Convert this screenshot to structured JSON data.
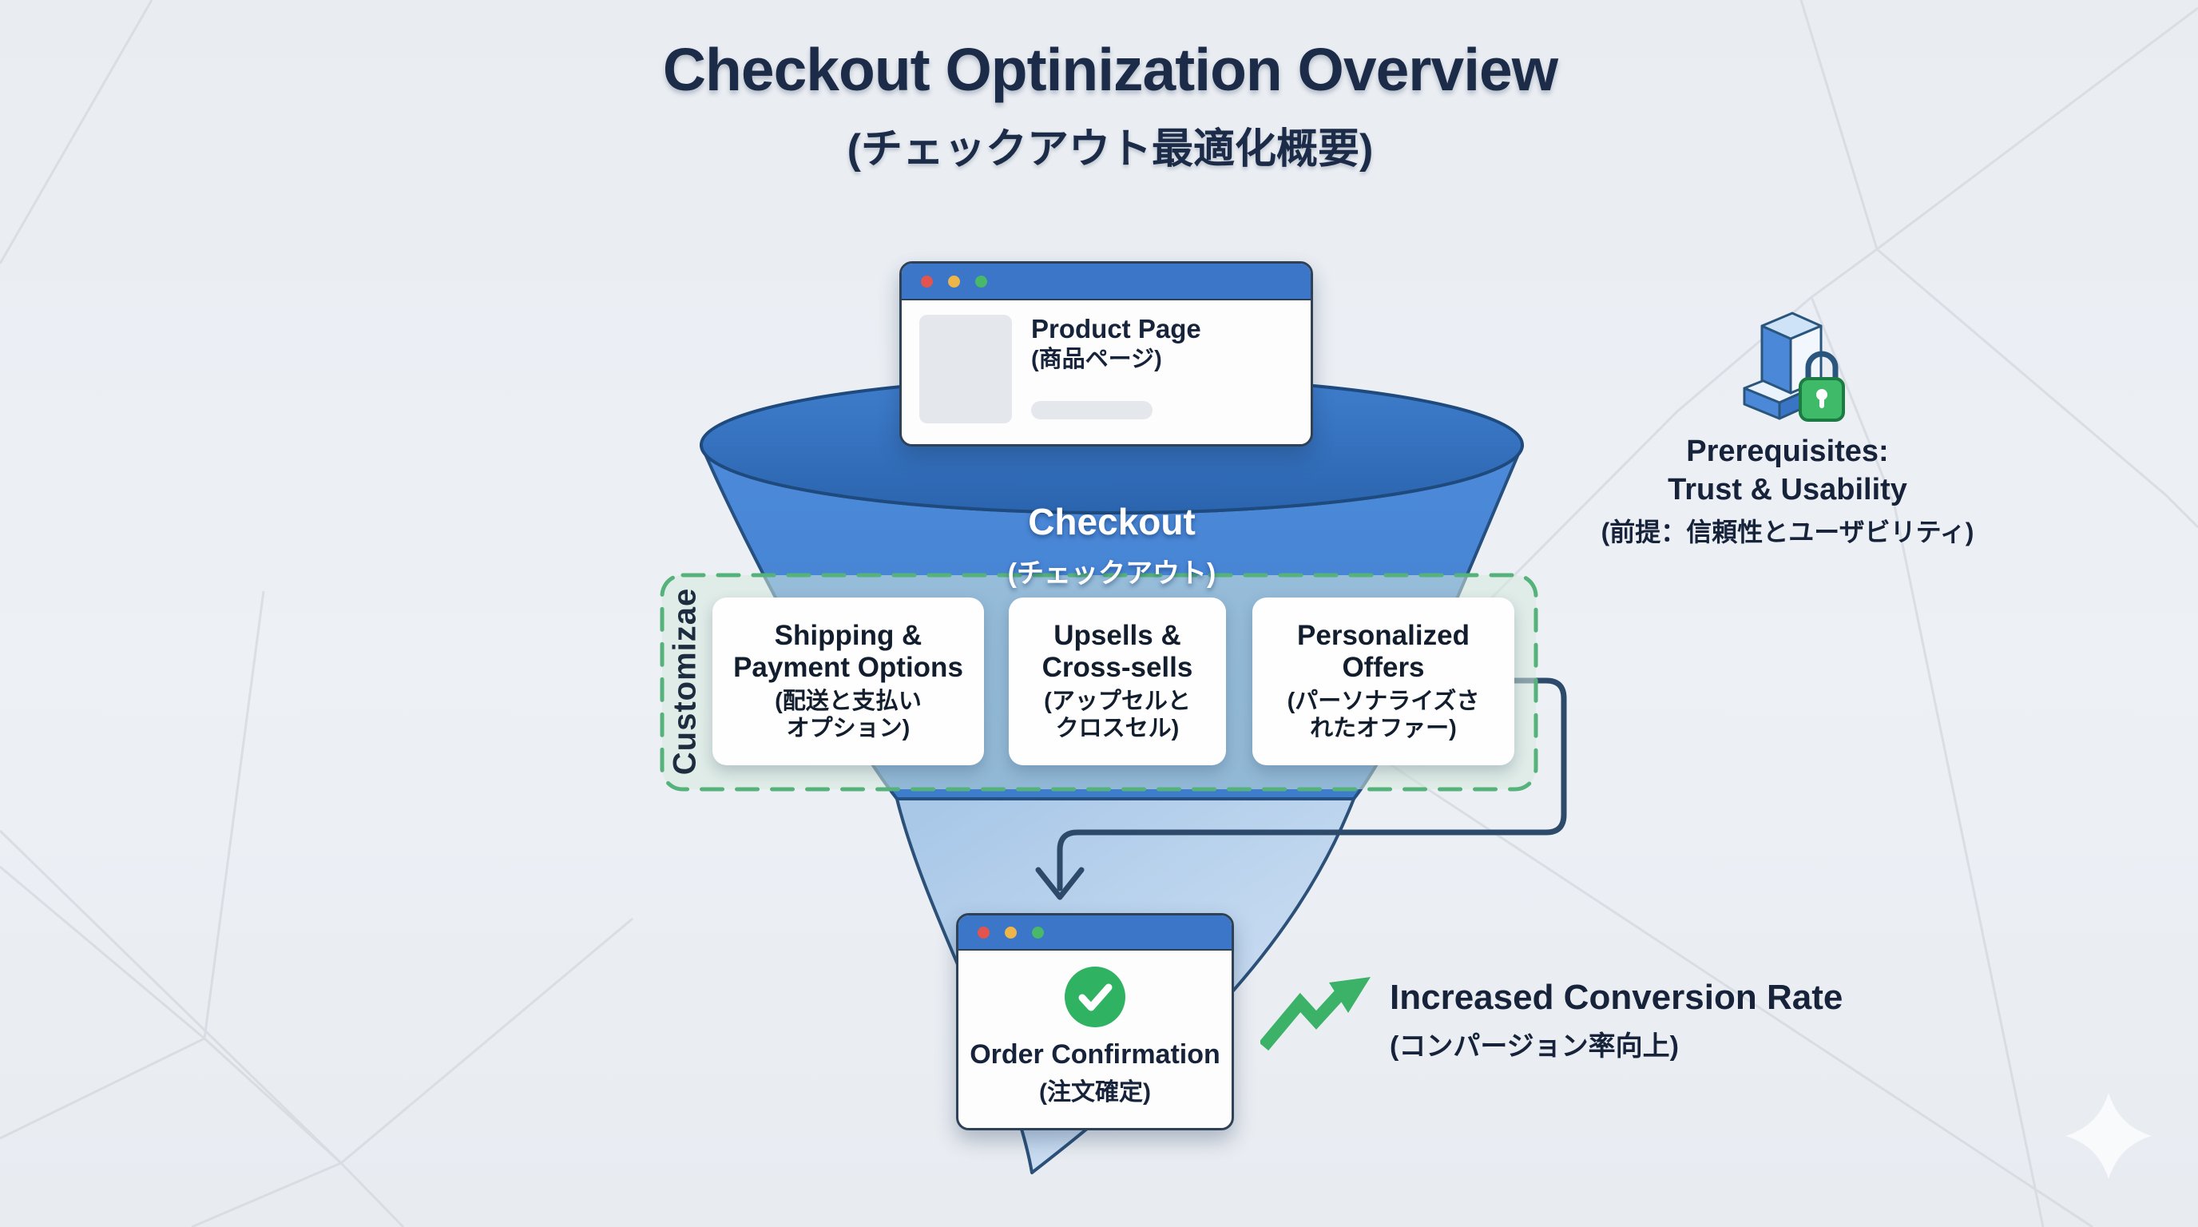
{
  "title": {
    "main": "Checkout Optinization Overview",
    "sub": "(チェックアウト最適化概要)"
  },
  "product_window": {
    "title": "Product Page",
    "subtitle": "(商品ページ)"
  },
  "funnel": {
    "label": "Checkout",
    "label_ja": "(チェックアウト)"
  },
  "customize": {
    "label": "Customizae",
    "cards": [
      {
        "title": "Shipping &\nPayment Options",
        "subtitle": "(配送と支払い\nオプション)"
      },
      {
        "title": "Upsells &\nCross-sells",
        "subtitle": "(アップセルと\nクロスセル)"
      },
      {
        "title": "Personalized\nOffers",
        "subtitle": "(パーソナライズさ\nれたオファー)"
      }
    ]
  },
  "prerequisites": {
    "line1": "Prerequisites:",
    "line2": "Trust & Usability",
    "ja": "(前提：信頼性とユーザビリティ)",
    "icon": "box-with-lock-icon"
  },
  "order_window": {
    "title": "Order Confirmation",
    "subtitle": "(注文確定)",
    "icon": "check-circle-icon"
  },
  "result": {
    "title": "Increased Conversion Rate",
    "ja": "(コンパージョン率向上)",
    "icon": "growth-arrow-icon"
  },
  "colors": {
    "titlebar_blue": "#3b76c8",
    "funnel_dark": "#2f6cb8",
    "funnel_mid": "#4886d6",
    "funnel_light": "#bcd4ee",
    "dashed_green": "#55b27b",
    "success_green": "#2fb261",
    "arrow_green": "#3cb168",
    "connector_navy": "#2d4a6b",
    "text_navy": "#1c2b47",
    "traffic_red": "#e2544d",
    "traffic_yellow": "#eeb549",
    "traffic_green": "#47b969"
  }
}
